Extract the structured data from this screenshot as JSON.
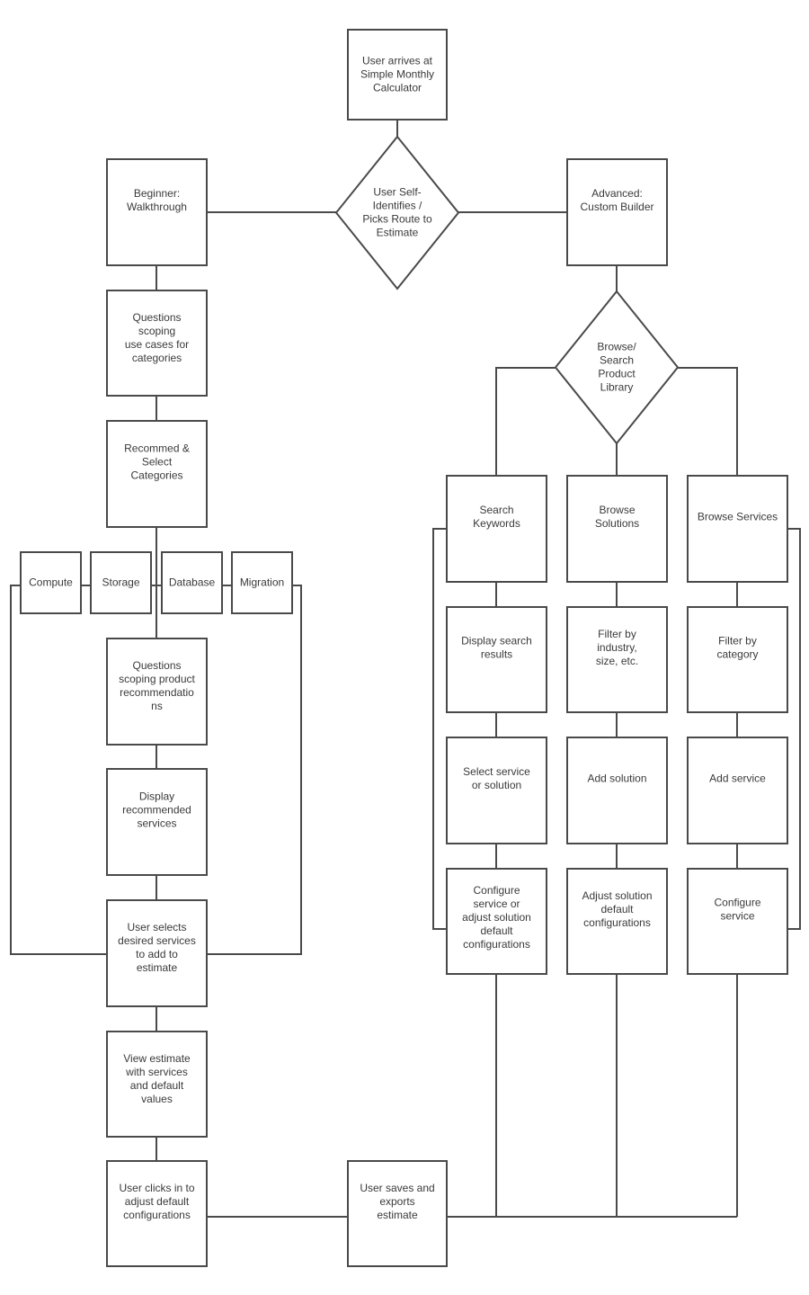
{
  "colors": {
    "stroke": "#4a4a4a",
    "text": "#3a3a3a",
    "background": "#ffffff"
  },
  "nodes": {
    "arrive": {
      "kind": "process",
      "lines": [
        "User arrives at",
        "Simple Monthly",
        "Calculator"
      ]
    },
    "route": {
      "kind": "decision",
      "lines": [
        "User Self-",
        "Identifies /",
        "Picks Route to",
        "Estimate"
      ]
    },
    "beginner": {
      "kind": "process",
      "lines": [
        "Beginner:",
        "Walkthrough"
      ]
    },
    "advanced": {
      "kind": "process",
      "lines": [
        "Advanced:",
        "Custom Builder"
      ]
    },
    "scope_use_cases": {
      "kind": "process",
      "lines": [
        "Questions",
        "scoping",
        "use cases for",
        "categories"
      ]
    },
    "recommend_categories": {
      "kind": "process",
      "lines": [
        "Recommed &",
        "Select",
        "Categories"
      ]
    },
    "cat_compute": {
      "kind": "process",
      "lines": [
        "Compute"
      ]
    },
    "cat_storage": {
      "kind": "process",
      "lines": [
        "Storage"
      ]
    },
    "cat_database": {
      "kind": "process",
      "lines": [
        "Database"
      ]
    },
    "cat_migration": {
      "kind": "process",
      "lines": [
        "Migration"
      ]
    },
    "scope_products": {
      "kind": "process",
      "lines": [
        "Questions",
        "scoping product",
        "recommendatio",
        "ns"
      ]
    },
    "display_recommended": {
      "kind": "process",
      "lines": [
        "Display",
        "recommended",
        "services"
      ]
    },
    "user_selects": {
      "kind": "process",
      "lines": [
        "User selects",
        "desired services",
        "to add to",
        "estimate"
      ]
    },
    "view_estimate": {
      "kind": "process",
      "lines": [
        "View estimate",
        "with services",
        "and default",
        "values"
      ]
    },
    "adjust_defaults": {
      "kind": "process",
      "lines": [
        "User clicks in to",
        "adjust default",
        "configurations"
      ]
    },
    "save_export": {
      "kind": "process",
      "lines": [
        "User saves and",
        "exports",
        "estimate"
      ]
    },
    "browse_library": {
      "kind": "decision",
      "lines": [
        "Browse/",
        "Search",
        "Product",
        "Library"
      ]
    },
    "search_keywords": {
      "kind": "process",
      "lines": [
        "Search",
        "Keywords"
      ]
    },
    "browse_solutions": {
      "kind": "process",
      "lines": [
        "Browse",
        "Solutions"
      ]
    },
    "browse_services": {
      "kind": "process",
      "lines": [
        "Browse Services"
      ]
    },
    "display_search": {
      "kind": "process",
      "lines": [
        "Display search",
        "results"
      ]
    },
    "filter_industry": {
      "kind": "process",
      "lines": [
        "Filter by",
        "industry,",
        "size, etc."
      ]
    },
    "filter_category": {
      "kind": "process",
      "lines": [
        "Filter by",
        "category"
      ]
    },
    "select_service": {
      "kind": "process",
      "lines": [
        "Select service",
        "or solution"
      ]
    },
    "add_solution": {
      "kind": "process",
      "lines": [
        "Add solution"
      ]
    },
    "add_service": {
      "kind": "process",
      "lines": [
        "Add service"
      ]
    },
    "configure_or_adjust": {
      "kind": "process",
      "lines": [
        "Configure",
        "service or",
        "adjust solution",
        "default",
        "configurations"
      ]
    },
    "adjust_solution_defaults": {
      "kind": "process",
      "lines": [
        "Adjust solution",
        "default",
        "configurations"
      ]
    },
    "configure_service": {
      "kind": "process",
      "lines": [
        "Configure",
        "service"
      ]
    }
  }
}
